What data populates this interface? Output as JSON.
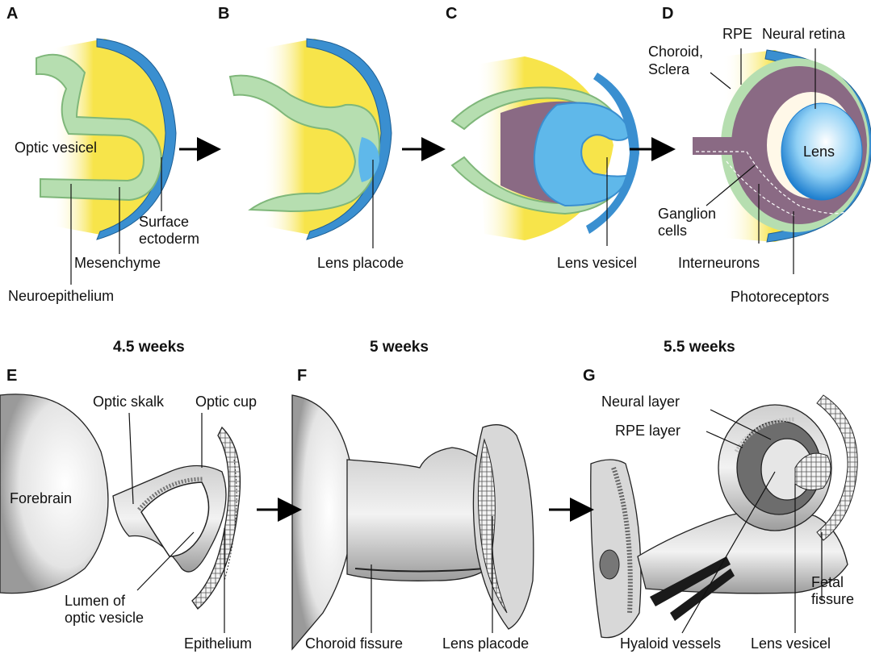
{
  "panels": {
    "a": {
      "letter": "A",
      "labels": {
        "optic_vesicle": "Optic vesicel",
        "surface_ectoderm": "Surface\nectoderm",
        "mesenchyme": "Mesenchyme",
        "neuroepithelium": "Neuroepithelium"
      }
    },
    "b": {
      "letter": "B",
      "labels": {
        "lens_placode": "Lens placode"
      }
    },
    "c": {
      "letter": "C",
      "labels": {
        "lens_vesicle": "Lens vesicel"
      }
    },
    "d": {
      "letter": "D",
      "labels": {
        "choroid_sclera": "Choroid,\nSclera",
        "rpe": "RPE",
        "neural_retina": "Neural retina",
        "lens": "Lens",
        "ganglion_cells": "Ganglion\ncells",
        "interneurons": "Interneurons",
        "photoreceptors": "Photoreceptors"
      }
    },
    "e": {
      "letter": "E",
      "labels": {
        "optic_stalk": "Optic skalk",
        "optic_cup": "Optic cup",
        "forebrain": "Forebrain",
        "lumen": "Lumen of\noptic vesicle",
        "epithelium": "Epithelium"
      }
    },
    "f": {
      "letter": "F",
      "labels": {
        "choroid_fissure": "Choroid fissure",
        "lens_placode": "Lens placode"
      }
    },
    "g": {
      "letter": "G",
      "labels": {
        "neural_layer": "Neural layer",
        "rpe_layer": "RPE layer",
        "fetal_fissure": "Fetal\nfissure",
        "hyaloid_vessels": "Hyaloid vessels",
        "lens_vesicle": "Lens vesicel"
      }
    }
  },
  "ages": [
    "4.5 weeks",
    "5 weeks",
    "5.5 weeks"
  ],
  "colors": {
    "surface_ectoderm": "#3a8fd0",
    "neuroepithelium": "#b6deb0",
    "mesenchyme": "#f7e44a",
    "rpe": "#8a6a84",
    "lens": "#5fb8ea"
  }
}
